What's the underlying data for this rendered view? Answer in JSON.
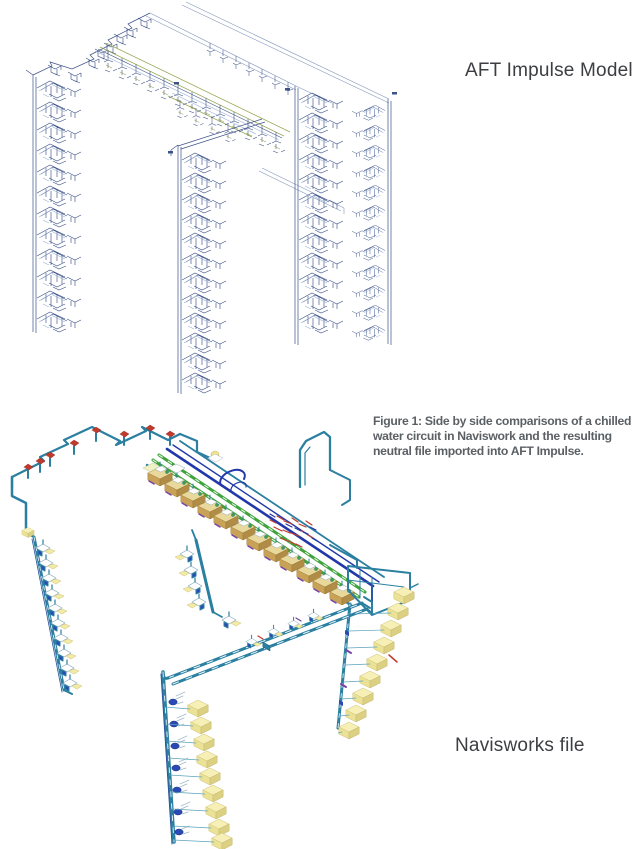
{
  "page": {
    "background": "#ffffff"
  },
  "figure": {
    "aft_label": "AFT Impulse Model",
    "navisworks_label": "Navisworks file",
    "caption_lines": [
      "Figure 1: Side by side comparisons of a chilled",
      "water circuit in Naviswork and the resulting",
      "neutral file imported into AFT Impulse."
    ]
  },
  "models": {
    "aft_impulse": {
      "description_label": "AFT Impulse Model",
      "style": "wireframe isometric piping schematic"
    },
    "navisworks": {
      "description_label": "Navisworks file",
      "style": "rendered isometric CAD piping model"
    }
  },
  "colors": {
    "aft_line": "#3d5288",
    "aft_light": "#8296bd",
    "aft_olive": "#99a855",
    "nav_teal": "#2b7fa0",
    "nav_green": "#3fa33c",
    "nav_blue": "#2338a8",
    "nav_yellow": "#f2eba6",
    "nav_tan": "#c7a257",
    "nav_red": "#c0392b",
    "nav_purple": "#7643a8",
    "caption_color": "#5b6065",
    "label_color": "#3c3e42"
  }
}
